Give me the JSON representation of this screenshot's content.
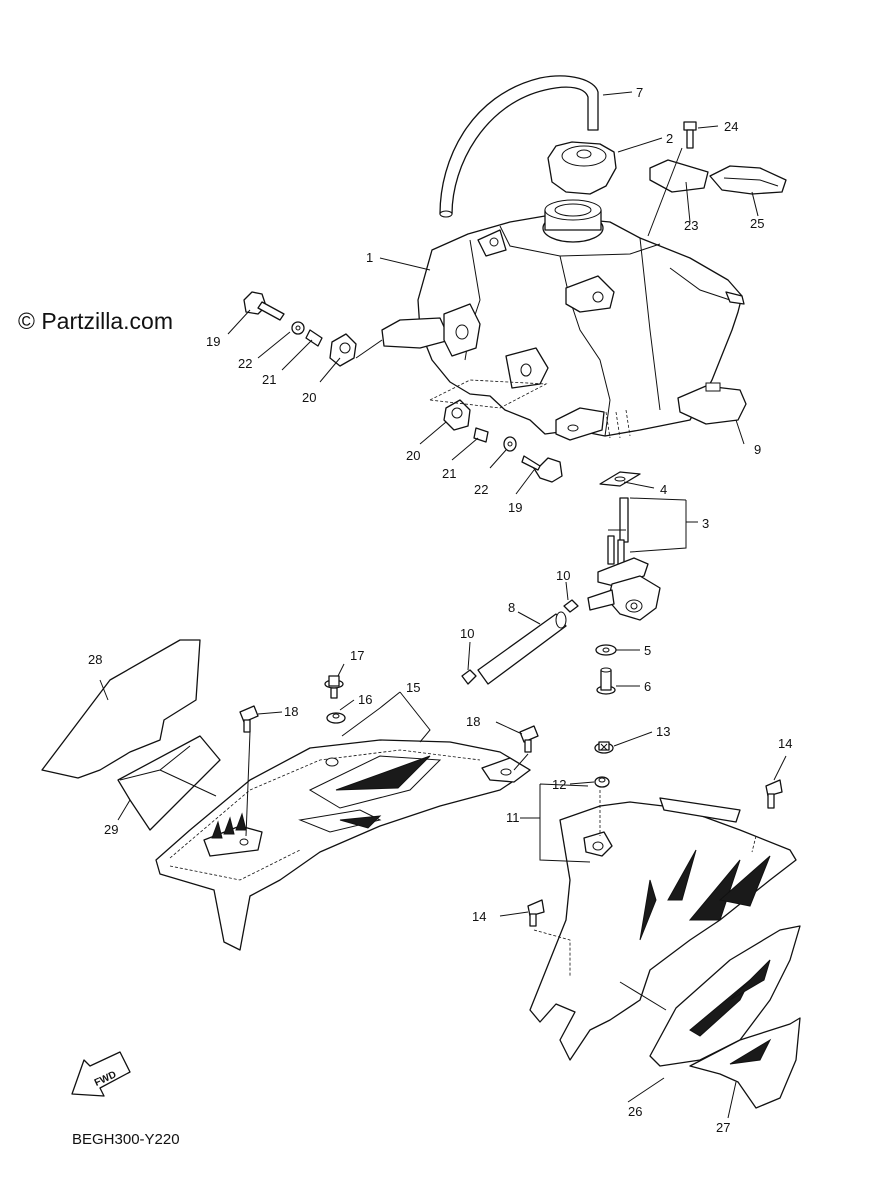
{
  "watermark": "© Partzilla.com",
  "diagram_code": "BEGH300-Y220",
  "fwd_label": "FWD",
  "callouts": {
    "c1": "1",
    "c2": "2",
    "c3": "3",
    "c4": "4",
    "c5": "5",
    "c6": "6",
    "c7": "7",
    "c8": "8",
    "c9": "9",
    "c10a": "10",
    "c10b": "10",
    "c11": "11",
    "c12": "12",
    "c13": "13",
    "c14a": "14",
    "c14b": "14",
    "c15": "15",
    "c16": "16",
    "c17": "17",
    "c18a": "18",
    "c18b": "18",
    "c19a": "19",
    "c19b": "19",
    "c20a": "20",
    "c20b": "20",
    "c21a": "21",
    "c21b": "21",
    "c22a": "22",
    "c22b": "22",
    "c23": "23",
    "c24": "24",
    "c25": "25",
    "c26": "26",
    "c27": "27",
    "c28": "28",
    "c29": "29"
  }
}
